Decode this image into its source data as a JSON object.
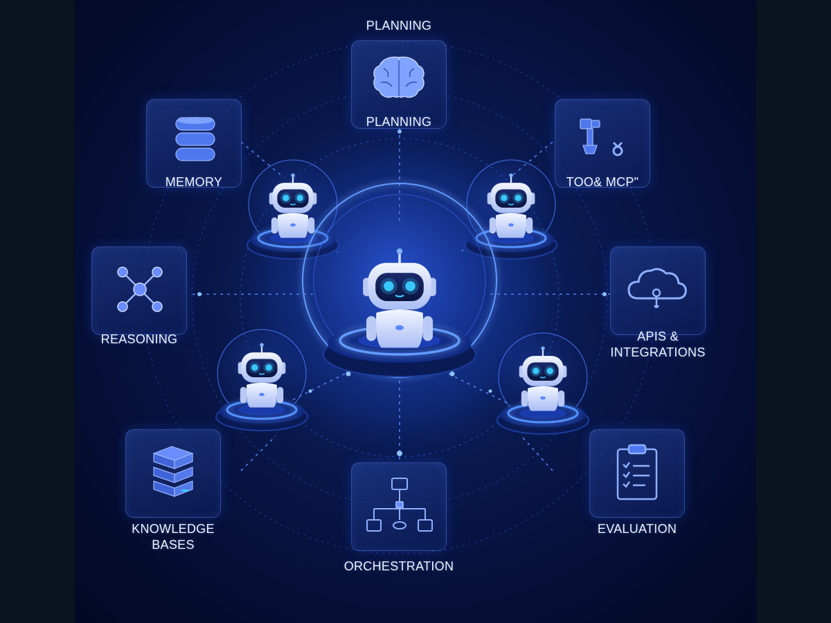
{
  "title": "PLANNING",
  "modules": {
    "planning": "PLANNING",
    "memory": "MEMORY",
    "tools": "TOO& MCP\"",
    "reasoning": "REASONING",
    "apis_line1": "APIS &",
    "apis_line2": "INTEGRATIONS",
    "knowledge_line1": "KNOWLEDGE",
    "knowledge_line2": "BASES",
    "orchestration": "ORCHESTRATION",
    "evaluation": "EVALUATION"
  },
  "icons": {
    "planning": "brain-icon",
    "memory": "database-icon",
    "tools": "tools-icon",
    "reasoning": "network-nodes-icon",
    "apis": "cloud-plug-icon",
    "knowledge": "stacked-layers-icon",
    "orchestration": "hierarchy-icon",
    "evaluation": "clipboard-checklist-icon"
  },
  "colors": {
    "background": "#071341",
    "glow": "#3d7bff",
    "accent": "#5b86ff",
    "robot_eye": "#39c8ff"
  }
}
